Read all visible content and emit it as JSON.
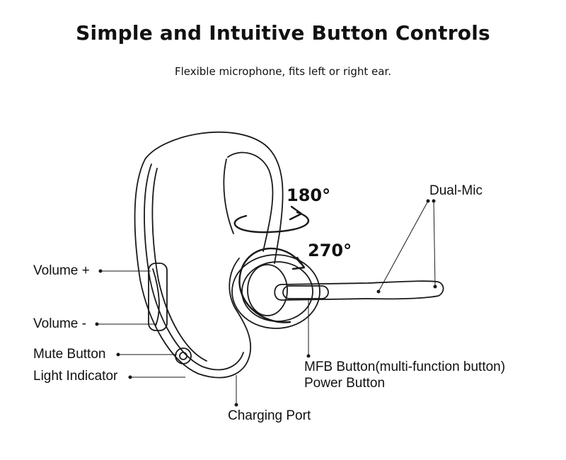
{
  "header": {
    "title": "Simple and Intuitive Button Controls",
    "subtitle": "Flexible microphone, fits left or right ear."
  },
  "rotations": {
    "earhook_angle": "180°",
    "boom_angle": "270°"
  },
  "labels": {
    "dual_mic": "Dual-Mic",
    "volume_up": "Volume +",
    "volume_down": "Volume -",
    "mute_button": "Mute Button",
    "light_indicator": "Light Indicator",
    "mfb_button": "MFB Button(multi-function button)",
    "power_button": "Power Button",
    "charging_port": "Charging Port"
  }
}
